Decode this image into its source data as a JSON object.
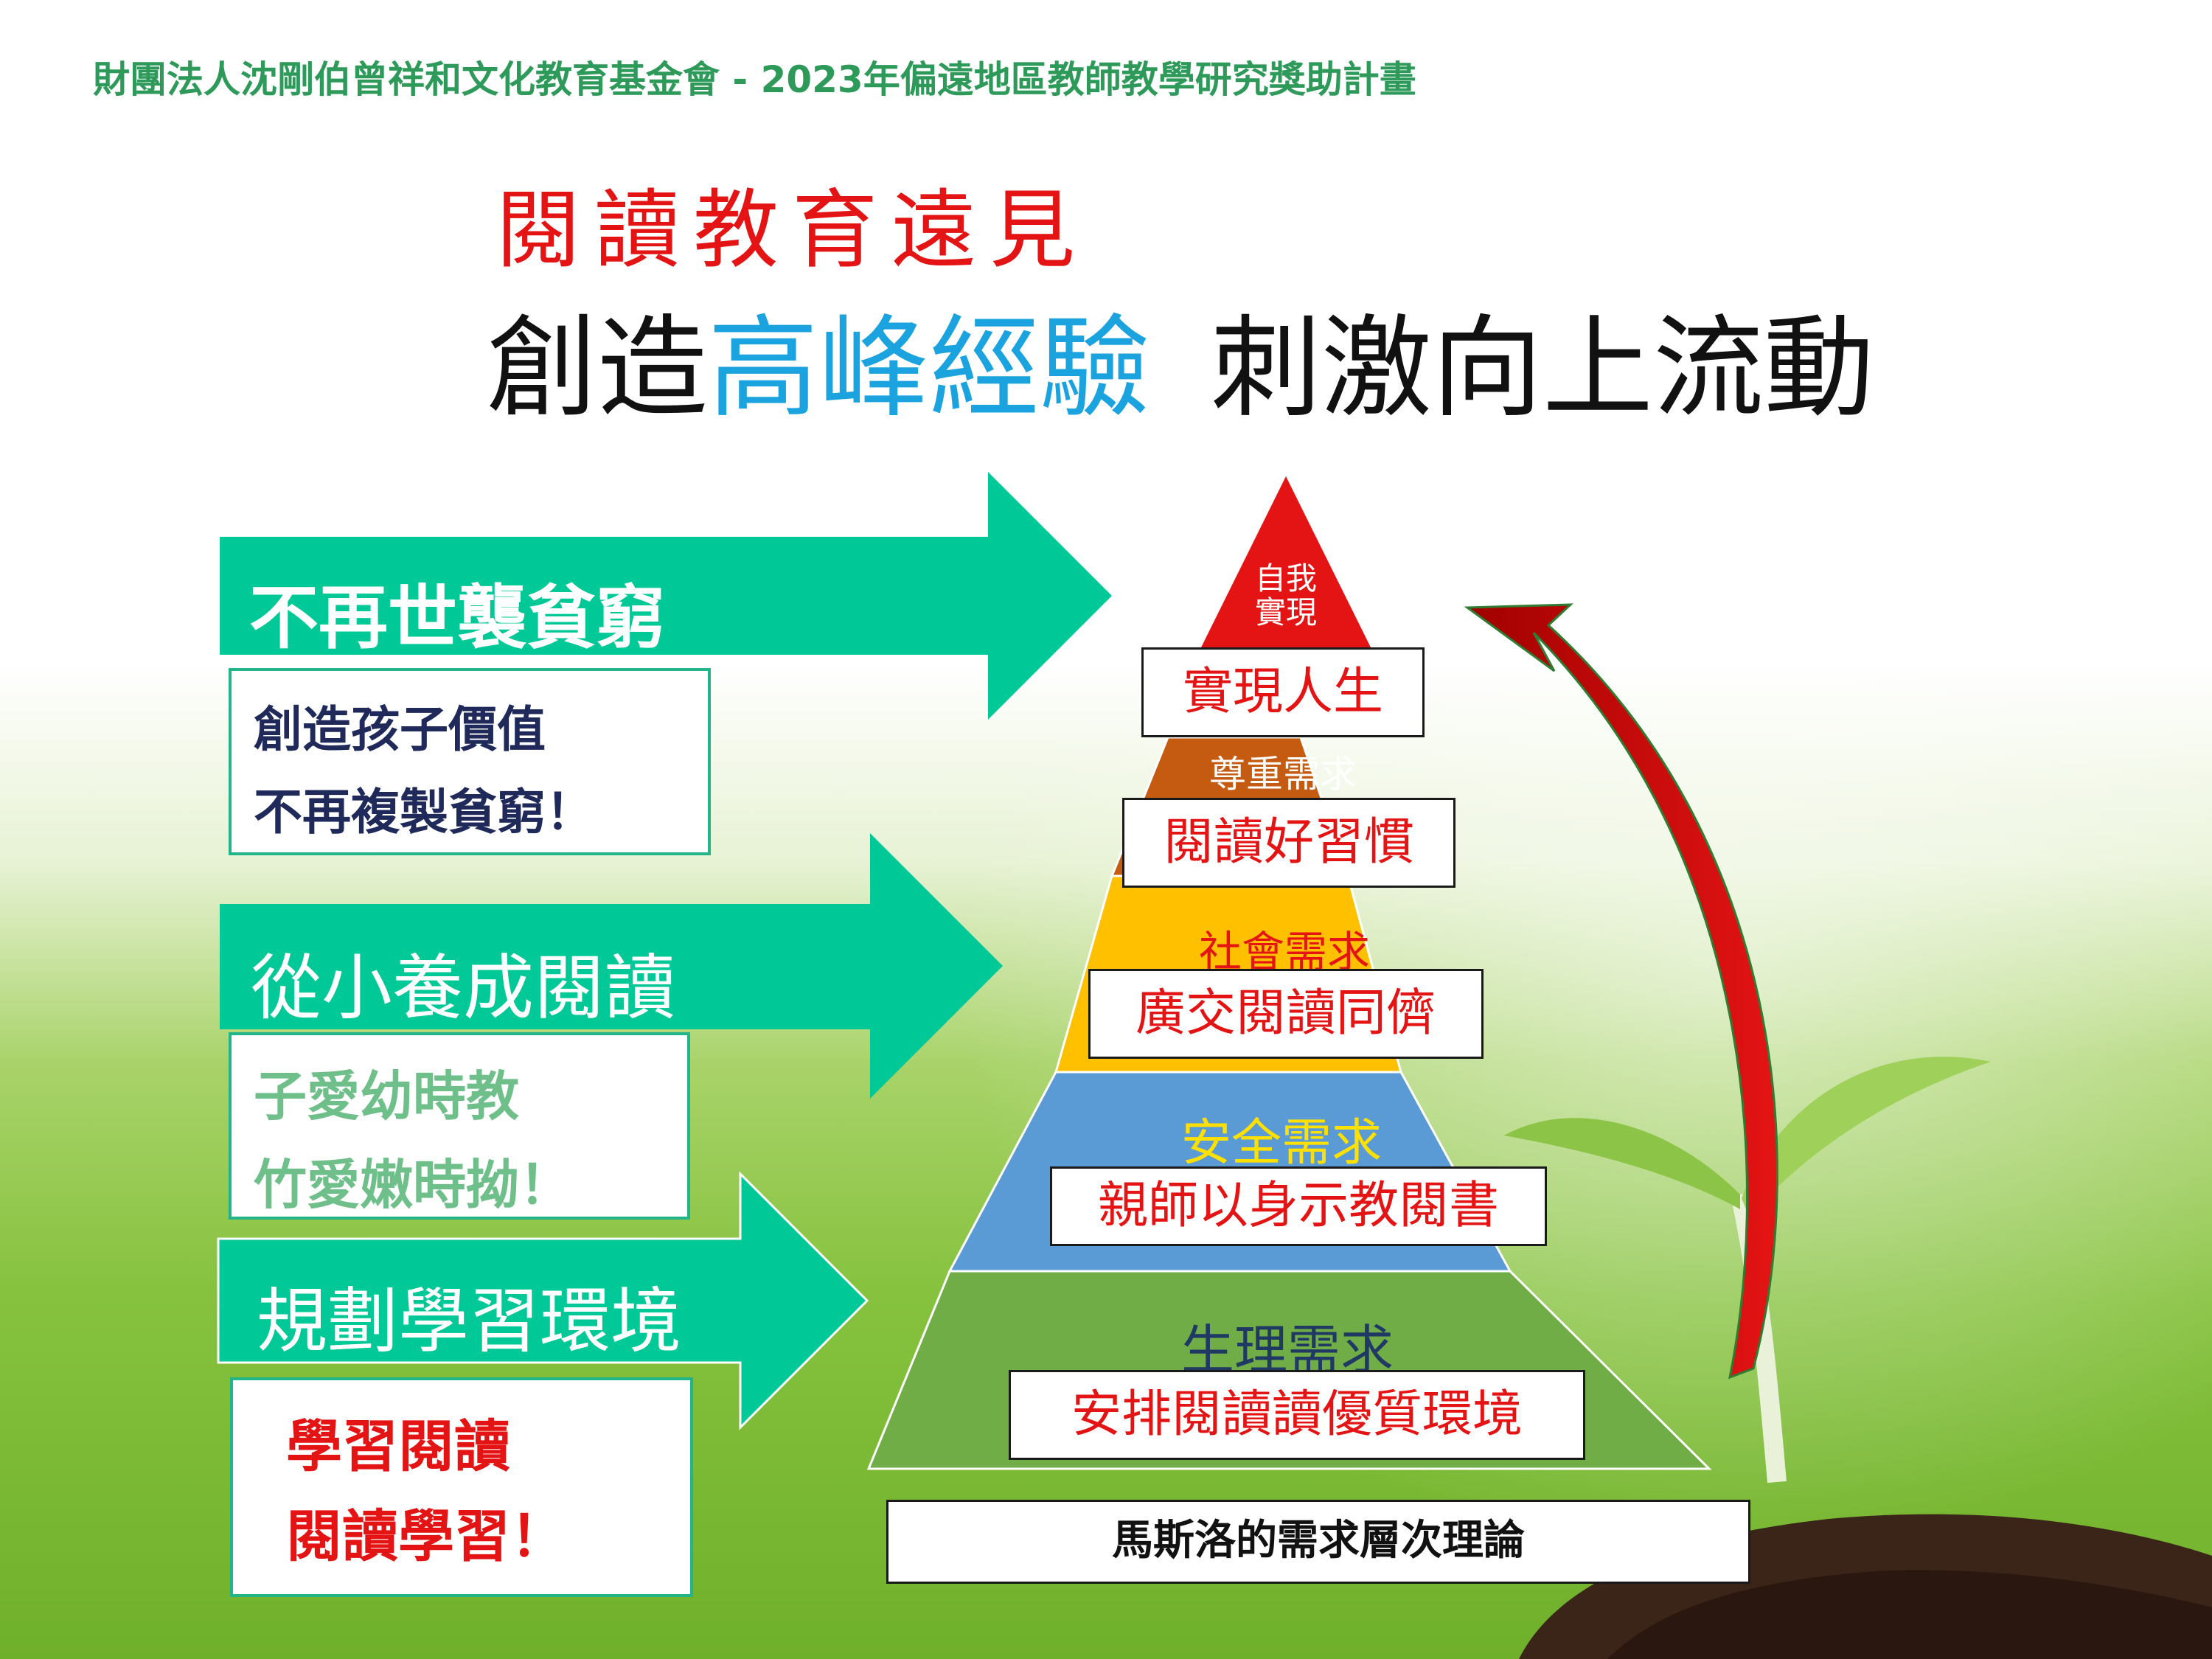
{
  "header": {
    "text": "財團法人沈剛伯曾祥和文化教育基金會 - 2023年偏遠地區教師教學研究獎助計畫"
  },
  "title": {
    "line1": "閱讀教育遠見",
    "line2_part1": "創造",
    "line2_highlight": "高峰經驗",
    "line2_part2": "刺激向上流動"
  },
  "arrows": [
    {
      "label": "不再世襲貧窮",
      "box_line1": "創造孩子價值",
      "box_line2": "不再複製貧窮！",
      "box_text_color": "#1f2a5a"
    },
    {
      "label": "從小養成閱讀",
      "box_line1": "子愛幼時教",
      "box_line2": "竹愛嫩時拗！",
      "box_text_color": "#6fbf8a"
    },
    {
      "label": "規劃學習環境",
      "box_line1": "學習閱讀",
      "box_line2": "閱讀學習！",
      "box_text_color": "#e41414"
    }
  ],
  "pyramid": {
    "levels": [
      {
        "name": "自我\n實現",
        "name_line1": "自我",
        "name_line2": "實現",
        "practice": "實現人生",
        "color": "#e41414"
      },
      {
        "name": "尊重需求",
        "practice": "閱讀好習慣",
        "color": "#c55a11"
      },
      {
        "name": "社會需求",
        "practice": "廣交閱讀同儕",
        "color": "#ffc000"
      },
      {
        "name": "安全需求",
        "practice": "親師以身示教閱書",
        "color": "#5b9bd5"
      },
      {
        "name": "生理需求",
        "practice": "安排閱讀讀優質環境",
        "color": "#70ad47"
      }
    ],
    "caption": "馬斯洛的需求層次理論"
  },
  "colors": {
    "arrow": "#00c896",
    "curve_arrow": "#d81414",
    "title_red": "#e41414",
    "title_blue": "#1aa3de",
    "header_green": "#2e9a5a"
  }
}
